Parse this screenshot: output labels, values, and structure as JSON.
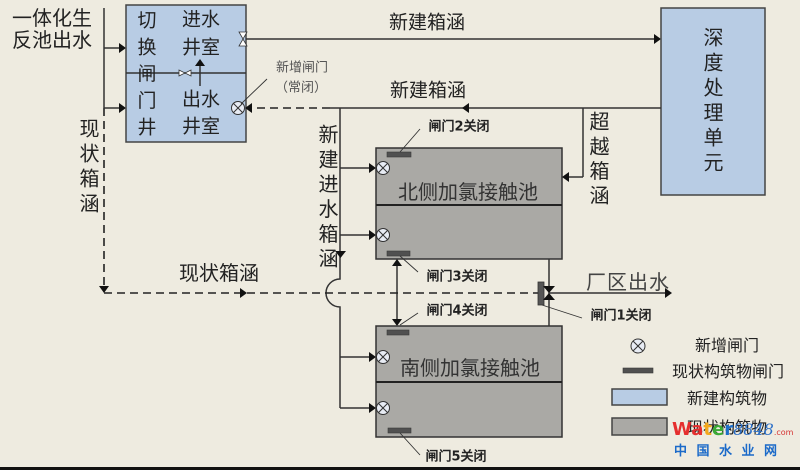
{
  "source": {
    "line1": "一体化生",
    "line2": "反池出水"
  },
  "switch_well": {
    "name_vertical": "切换闸门井",
    "inlet_chamber": {
      "line1": "进水",
      "line2": "井室"
    },
    "outlet_chamber": {
      "line1": "出水",
      "line2": "井室"
    }
  },
  "deep_treatment_unit": "深度处理单元",
  "culverts": {
    "new_to_deep": "新建箱涵",
    "new_return": "新建箱涵",
    "existing_vertical": "现状箱涵",
    "existing_horizontal": "现状箱涵",
    "new_inlet": "新建进水箱涵",
    "bypass": "超越箱涵"
  },
  "new_gate_note": {
    "line1": "新增闸门",
    "line2": "（常闭）"
  },
  "pools": {
    "north": "北侧加氯接触池",
    "south": "南侧加氯接触池"
  },
  "gates": {
    "gate1": "闸门1关闭",
    "gate2": "闸门2关闭",
    "gate3": "闸门3关闭",
    "gate4": "闸门4关闭",
    "gate5": "闸门5关闭"
  },
  "plant_outlet": "厂区出水",
  "legend": [
    {
      "symbol": "new-gate-icon",
      "label": "新增闸门"
    },
    {
      "symbol": "existing-gate-bar",
      "label": "现状构筑物闸门"
    },
    {
      "symbol": "new-structure-swatch",
      "label": "新建构筑物",
      "color": "#B8CCE4"
    },
    {
      "symbol": "existing-structure-swatch",
      "label": "现状构筑物",
      "color": "#AAA9A5"
    }
  ],
  "colors": {
    "background": "#EEEBE0",
    "new_structure": "#B8CCE4",
    "existing_structure": "#AAA9A5",
    "existing_gate": "#505050"
  },
  "watermark": {
    "brand_letters": [
      "W",
      "a",
      "t",
      "e",
      "r"
    ],
    "brand_letter_colors": [
      "#E52E2E",
      "#E52E2E",
      "#F2A81D",
      "#3BAA35",
      "#1E6FC8"
    ],
    "brand_number": "8848",
    "brand_suffix": ".com",
    "subtitle": "中国水业网"
  }
}
